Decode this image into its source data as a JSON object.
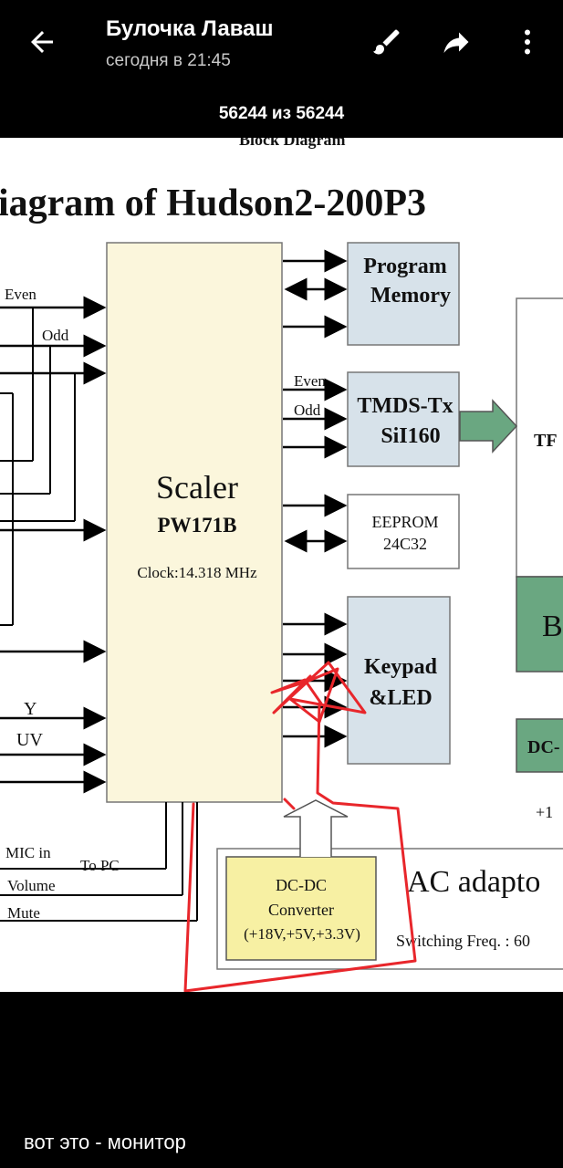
{
  "header": {
    "contact_name": "Булочка Лаваш",
    "timestamp": "сегодня в 21:45",
    "icons": [
      "back-arrow-icon",
      "brush-icon",
      "share-icon",
      "more-vert-icon"
    ]
  },
  "counter": "56244 из 56244",
  "photo": {
    "doc_header": "Block Diagram",
    "diagram_title": "iagram of Hudson2-200P3",
    "blocks": {
      "scaler_name": "Scaler",
      "scaler_model": "PW171B",
      "scaler_clock": "Clock:14.318 MHz",
      "program_memory_1": "Program",
      "program_memory_2": "Memory",
      "tmds_1": "TMDS-Tx",
      "tmds_2": "SiI160",
      "eeprom_1": "EEPROM",
      "eeprom_2": "24C32",
      "keypad_1": "Keypad",
      "keypad_2": "&LED",
      "dcdc_1": "DC-DC",
      "dcdc_2": "Converter",
      "dcdc_3": "(+18V,+5V,+3.3V)",
      "ac_adaptor": "AC adapto",
      "switching": "Switching  Freq. : 60",
      "tft_partial": "TF",
      "b_partial": "B",
      "dc_partial": "DC-",
      "plus_partial": "+1"
    },
    "labels": {
      "even_left": "Even",
      "odd_left": "Odd",
      "y": "Y",
      "uv": "UV",
      "mic_in": "MIC in",
      "to_pc": "To PC",
      "volume": "Volume",
      "mute": "Mute",
      "even_right": "Even",
      "odd_right": "Odd"
    },
    "colors": {
      "scaler_fill": "#fbf6dc",
      "block_fill": "#d7e2ea",
      "green": "#6aa781",
      "dcdc_fill": "#f7f0a3",
      "annotation_red": "#e8262b"
    }
  },
  "caption": "вот это - монитор"
}
